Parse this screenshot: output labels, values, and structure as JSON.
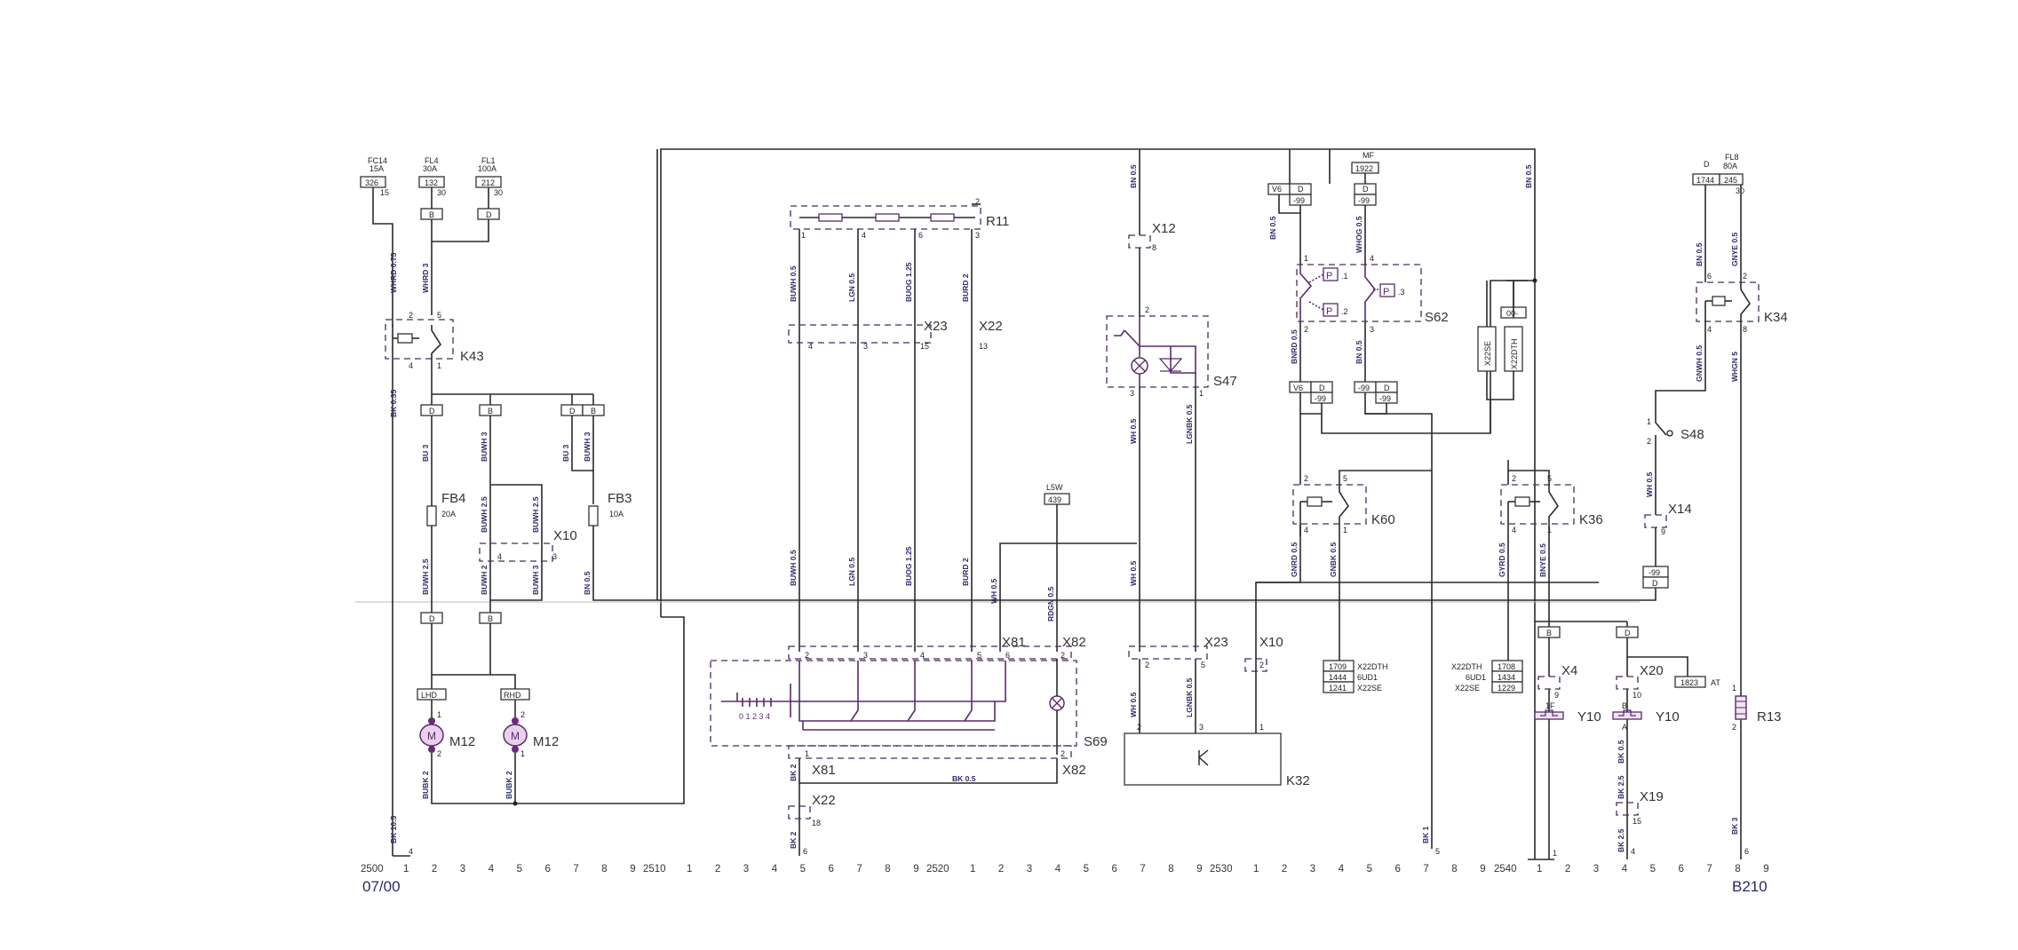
{
  "components": {
    "K43": "K43",
    "FB4": "FB4",
    "FB3": "FB3",
    "M12_left": "M12",
    "M12_right": "M12",
    "R11": "R11",
    "S47": "S47",
    "S62": "S62",
    "K60": "K60",
    "K36": "K36",
    "K34": "K34",
    "S48": "S48",
    "S69": "S69",
    "K32": "K32",
    "Y10_left": "Y10",
    "Y10_right": "Y10",
    "R13": "R13"
  },
  "connectors": {
    "X10_a": "X10",
    "X23_a": "X23",
    "X22_a": "X22",
    "X12": "X12",
    "X81_a": "X81",
    "X82_a": "X82",
    "X23_b": "X23",
    "X10_b": "X10",
    "X81_b": "X81",
    "X82_b": "X82",
    "X22_b": "X22",
    "X4": "X4",
    "X20": "X20",
    "X19": "X19",
    "X14": "X14"
  },
  "fuses": {
    "FC14": {
      "name": "FC14",
      "rating": "15A",
      "box": "326",
      "pin": "15"
    },
    "FL4": {
      "name": "FL4",
      "rating": "30A",
      "box": "132",
      "pin": "30"
    },
    "FL1": {
      "name": "FL1",
      "rating": "100A",
      "box": "212",
      "pin": "30"
    },
    "FL8": {
      "name": "FL8",
      "rating": "80A",
      "box_a": "1744",
      "box_b": "245",
      "pin": "30",
      "tag": "D"
    },
    "MF": {
      "name": "MF",
      "box": "1922"
    },
    "FB4_rating": "20A",
    "FB3_rating": "10A",
    "L5W": {
      "name": "L5W",
      "box": "439"
    }
  },
  "option_boxes": {
    "B1": "B",
    "D1": "D",
    "D2": "D",
    "B2": "B",
    "D3": "D",
    "B3": "B",
    "D4": "D",
    "B4": "B",
    "LHD": "LHD",
    "RHD": "RHD",
    "V6a": "V6",
    "Da": "D",
    "m99a": "-99",
    "Db": "D",
    "m99b": "-99",
    "V6b": "V6",
    "Dc": "D",
    "m99c": "-99",
    "m99d": "-99",
    "Dd": "D",
    "m99e": "-99",
    "De": "D",
    "B5": "B",
    "D5": "D",
    "zero": "00-"
  },
  "s62_text": {
    "p1": ".1",
    "p2": ".2",
    "p3": ".3"
  },
  "vert_tags": {
    "x22se": "X22SE",
    "x22dth": "X22DTH"
  },
  "engine_table_1": [
    {
      "code": "1709",
      "label": "X22DTH"
    },
    {
      "code": "1444",
      "label": "6UD1"
    },
    {
      "code": "1241",
      "label": "X22SE"
    }
  ],
  "engine_table_2": [
    {
      "code": "1708",
      "label": "X22DTH"
    },
    {
      "code": "1434",
      "label": "6UD1"
    },
    {
      "code": "1229",
      "label": "X22SE"
    }
  ],
  "at_box": {
    "code": "1823",
    "label": "AT"
  },
  "s69_scale": "0 1 2 3 4",
  "wire_labels": {
    "w1": "WHRD 0.75",
    "w2": "WHRD 3",
    "w3": "BK 0.35",
    "w4": "BU 3",
    "w5": "BUWH 3",
    "w6": "BU 3",
    "w7": "BUWH 3",
    "w8": "BUWH 2.5",
    "w9": "BUWH 2.5",
    "w10": "BUWH 2.5",
    "w11": "BUWH 2",
    "w12": "BUWH 3",
    "w13": "BN 0.5",
    "w14": "BUBK 2",
    "w15": "BUBK 2",
    "w16": "BK 10.5",
    "w17": "BUWH 0.5",
    "w18": "LGN 0.5",
    "w19": "BUOG 1.25",
    "w20": "BURD 2",
    "w21": "BUWH 0.5",
    "w22": "LGN 0.5",
    "w23": "BUOG 1.25",
    "w24": "BURD 2",
    "w25": "WH 0.5",
    "w26": "RDGN 0.5",
    "w27": "BK 2",
    "w28": "BK 0.5",
    "w29": "BK 2",
    "w30": "BN 0.5",
    "w31": "WH 0.5",
    "w32": "LGNBK 0.5",
    "w33": "WH 0.5",
    "w34": "WH 0.5",
    "w35": "LGNBK 0.5",
    "w36": "BN 0.5",
    "w37": "WHOG 0.5",
    "w38": "BNRD 0.5",
    "w39": "BN 0.5",
    "w40": "GNRD 0.5",
    "w41": "GNBK 0.5",
    "w42": "BK 1",
    "w43": "BN 0.5",
    "w44": "GYRD 0.5",
    "w45": "BNYE 0.5",
    "w46": "BN 0.5",
    "w47": "GNYE 0.5",
    "w48": "GNWH 0.5",
    "w49": "WH 0.5",
    "w50": "WHGN 5",
    "w51": "BK 0.5",
    "w52": "BK 2.5",
    "w53": "BK 2.5",
    "w54": "BK 3"
  },
  "pins": {
    "p15": "15",
    "p30a": "30",
    "p30b": "30",
    "k43_2": "2",
    "k43_5": "5",
    "k43_4": "4",
    "k43_1": "1",
    "x10_4": "4",
    "x10_3": "3",
    "m12a_1": "1",
    "m12a_2": "2",
    "m12b_2": "2",
    "m12b_1": "1",
    "r11_1": "1",
    "r11_4": "4",
    "r11_6": "6",
    "r11_3": "3",
    "r11_2": "2",
    "x23_4": "4",
    "x23_3": "3",
    "x23_15": "15",
    "x22_13": "13",
    "x12_8": "8",
    "s47_2": "2",
    "s47_3": "3",
    "s47_1": "1",
    "s69_2": "2",
    "s69_3": "3",
    "s69_4": "4",
    "s69_5": "5",
    "s69_6": "6",
    "s69_1": "1",
    "s69_2b": "2",
    "x81_1": "1",
    "x82_2": "2",
    "x22b_18": "18",
    "x23b_2": "2",
    "x23b_5": "5",
    "x10b_2": "2",
    "k32_2": "2",
    "k32_3": "3",
    "k32_1": "1",
    "s62_1": "1",
    "s62_4": "4",
    "s62_2": "2",
    "s62_3": "3",
    "k60_2": "2",
    "k60_5": "5",
    "k60_4": "4",
    "k60_1": "1",
    "k36_2": "2",
    "k36_5": "5",
    "k36_4": "4",
    "k36_1": "1",
    "k34_6": "6",
    "k34_2": "2",
    "k34_4": "4",
    "k34_8": "8",
    "s48_1": "1",
    "s48_2": "2",
    "x14_9": "9",
    "x4_9": "9",
    "x20_10": "10",
    "y10a": "1F",
    "y10b": "B",
    "y10c": "A",
    "x19_15": "15",
    "r13_1": "1",
    "r13_2": "2",
    "g4a": "4",
    "g6a": "6",
    "g5a": "5",
    "g1a": "1",
    "g4b": "4",
    "g6b": "6"
  },
  "axis": {
    "start": "2500",
    "n2510": "2510",
    "n2520": "2520",
    "n2530": "2530",
    "n2540": "2540",
    "digits": [
      "1",
      "2",
      "3",
      "4",
      "5",
      "6",
      "7",
      "8",
      "9"
    ],
    "bottom_left": "07/00",
    "bottom_right": "B210"
  }
}
